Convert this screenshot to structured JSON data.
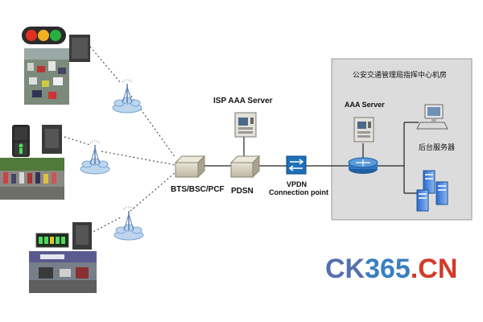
{
  "labels": {
    "bts": "BTS/BSC/PCF",
    "pdsn": "PDSN",
    "isp_aaa": "ISP AAA Server",
    "vpdn_line1": "VPDN",
    "vpdn_line2": "Connection point",
    "center_title": "公安交通管理局指挥中心机房",
    "center_aaa": "AAA Server",
    "backend": "后台服务器"
  },
  "watermark": {
    "text_ck": "CK",
    "text_365": "365",
    "text_dot": ".",
    "text_cn": "CN",
    "color_ck": "#5570b0",
    "color_365": "#3a7fc0",
    "color_cn": "#d23a2a"
  },
  "icons": [
    "traffic-light-icon",
    "pedestrian-signal-icon",
    "led-sign-icon",
    "cell-tower-icon",
    "network-box-icon",
    "server-icon",
    "router-icon",
    "switch-icon",
    "computer-icon"
  ],
  "colors": {
    "center_room_bg": "#dcdcdc",
    "box": "#d9d4c4",
    "router": "#2f79c4",
    "switch": "#1d6fb8"
  }
}
